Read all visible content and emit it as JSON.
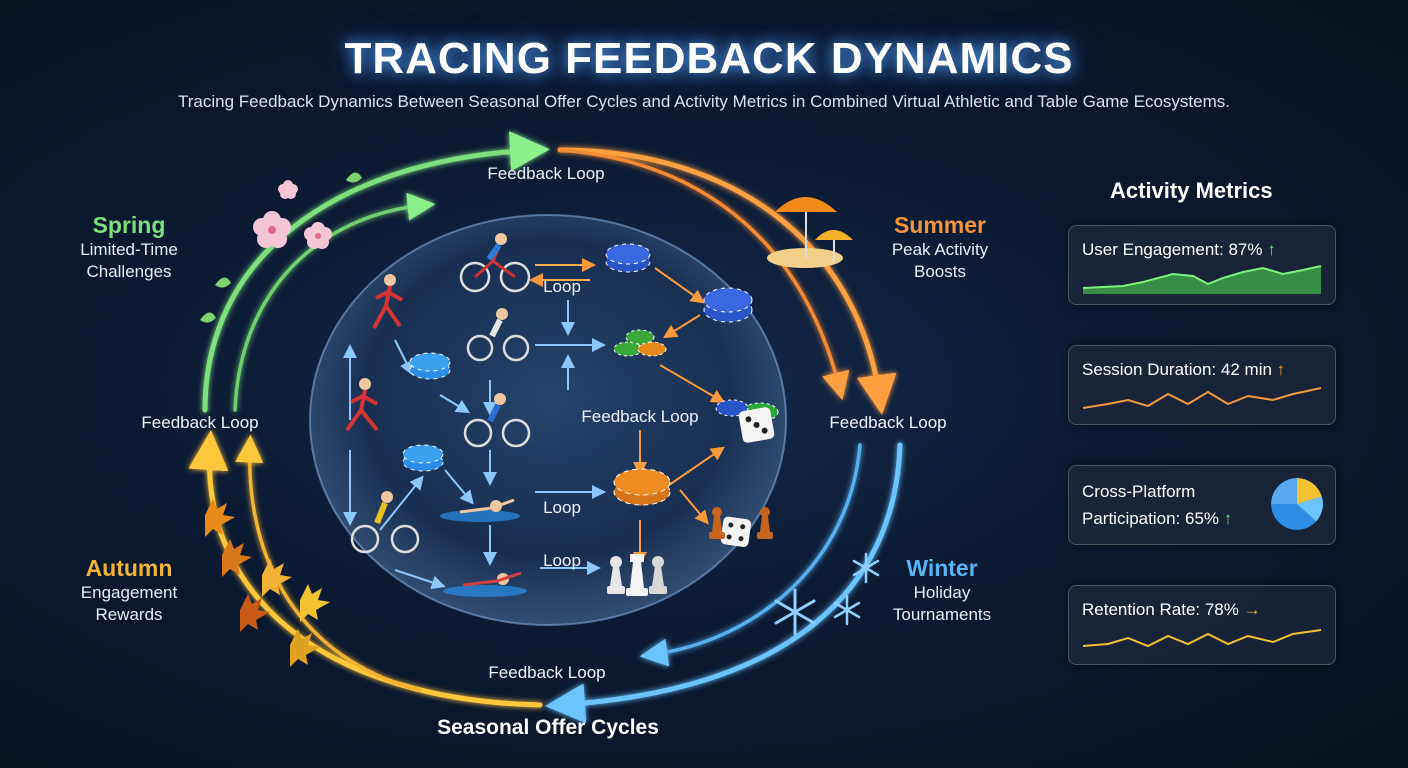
{
  "header": {
    "title": "TRACING FEEDBACK DYNAMICS",
    "subtitle": "Tracing Feedback Dynamics Between Seasonal Offer Cycles and Activity Metrics in Combined Virtual Athletic and Table Game Ecosystems."
  },
  "seasons": {
    "spring": {
      "name": "Spring",
      "line1": "Limited-Time",
      "line2": "Challenges",
      "color": "#7be07b"
    },
    "summer": {
      "name": "Summer",
      "line1": "Peak Activity",
      "line2": "Boosts",
      "color": "#f5943a"
    },
    "autumn": {
      "name": "Autumn",
      "line1": "Engagement",
      "line2": "Rewards",
      "color": "#f2b233"
    },
    "winter": {
      "name": "Winter",
      "line1": "Holiday",
      "line2": "Tournaments",
      "color": "#59b4f5"
    }
  },
  "loops": {
    "feedback_top": "Feedback Loop",
    "feedback_left": "Feedback Loop",
    "feedback_right": "Feedback Loop",
    "feedback_bottom": "Feedback Loop",
    "feedback_center": "Feedback Loop",
    "loop_1": "Loop",
    "loop_2": "Loop",
    "loop_3": "Loop"
  },
  "footer_label": "Seasonal Offer Cycles",
  "metrics": {
    "title": "Activity Metrics",
    "cards": [
      {
        "label": "User Engagement: 87%",
        "arrow": "↑",
        "color": "#6ee27a"
      },
      {
        "label": "Session Duration: 42 min",
        "arrow": "↑",
        "color": "#f59a3a"
      },
      {
        "label_line1": "Cross-Platform",
        "label_line2": "Participation: 65%",
        "arrow": "↑",
        "color": "#6ee27a"
      },
      {
        "label": "Retention Rate: 78%",
        "arrow": "→",
        "color": "#f2c230"
      }
    ]
  },
  "icons": [
    "cyclist-icon",
    "runner-icon",
    "swimmer-icon",
    "poker-chips-icon",
    "dice-icon",
    "chess-pieces-icon",
    "cherry-blossom-icon",
    "beach-umbrella-icon",
    "maple-leaf-icon",
    "snowflake-icon",
    "pie-chart-icon"
  ]
}
